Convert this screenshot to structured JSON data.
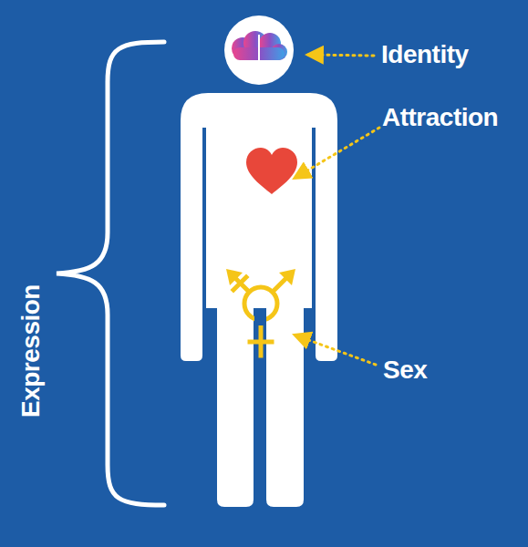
{
  "diagram": {
    "labels": [
      "Identity",
      "Attraction",
      "Sex",
      "Expression"
    ]
  }
}
